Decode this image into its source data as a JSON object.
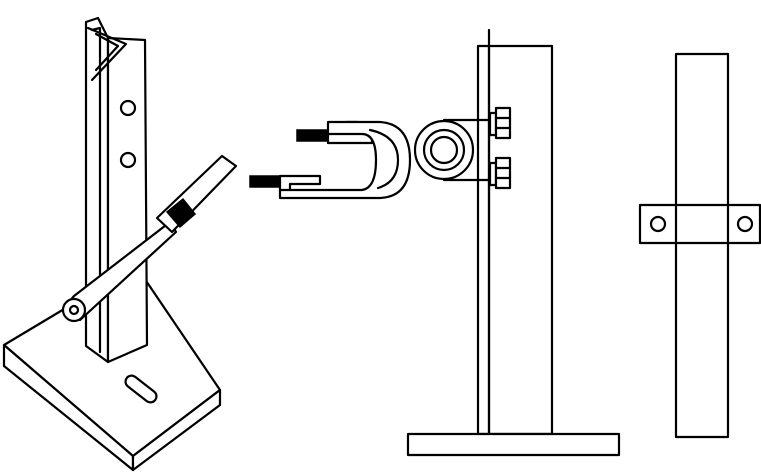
{
  "figure": {
    "parts": [
      "angle-bracket-assembly",
      "insulator-clamp-assembly",
      "clamp-front-view"
    ],
    "colors": {
      "stroke": "#000000",
      "background": "#ffffff"
    }
  }
}
